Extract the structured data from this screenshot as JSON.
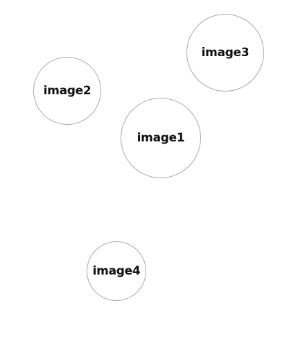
{
  "nodes": [
    {
      "label": "image1"
    },
    {
      "label": "image2"
    },
    {
      "label": "image3"
    },
    {
      "label": "image4"
    }
  ],
  "colors": {
    "background": "#ffffff",
    "circle_border": "#a9a9a9",
    "label_text": "#111111"
  }
}
